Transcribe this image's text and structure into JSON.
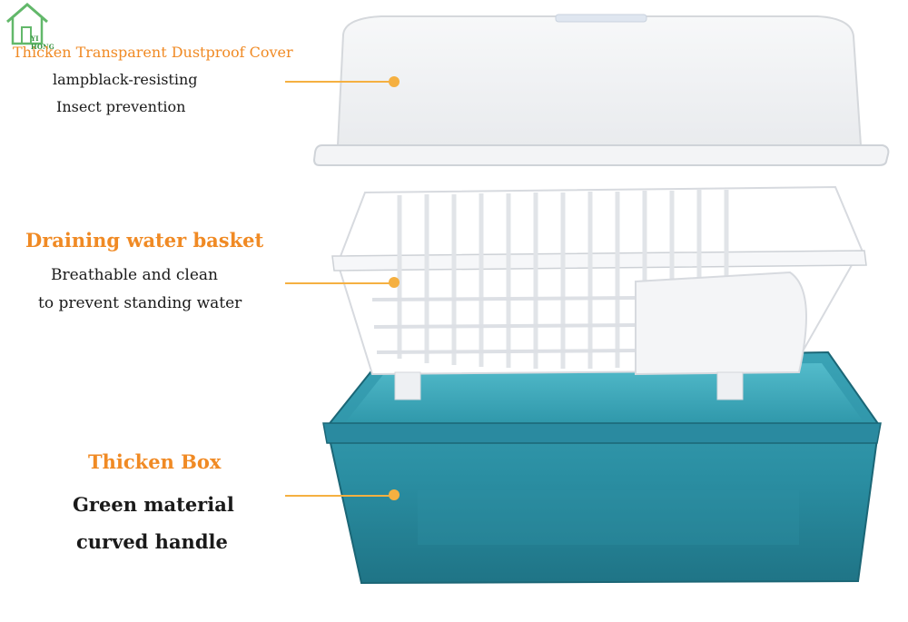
{
  "brand": {
    "logo_text": "YI HONG"
  },
  "colors": {
    "accent": "#f08a24",
    "leader": "#f5b041",
    "box": "#2f93a6",
    "box_dark": "#1d6f80",
    "basket": "#f5f6f8",
    "cover": "#eef0f2"
  },
  "cover_section": {
    "title": "Thicken Transparent Dustproof Cover",
    "line1": "lampblack-resisting",
    "line2": "Insect prevention"
  },
  "basket_section": {
    "title": "Draining water basket",
    "line1": "Breathable and clean",
    "line2": "to prevent standing water"
  },
  "box_section": {
    "title": "Thicken Box",
    "line1": "Green material",
    "line2": "curved handle"
  }
}
